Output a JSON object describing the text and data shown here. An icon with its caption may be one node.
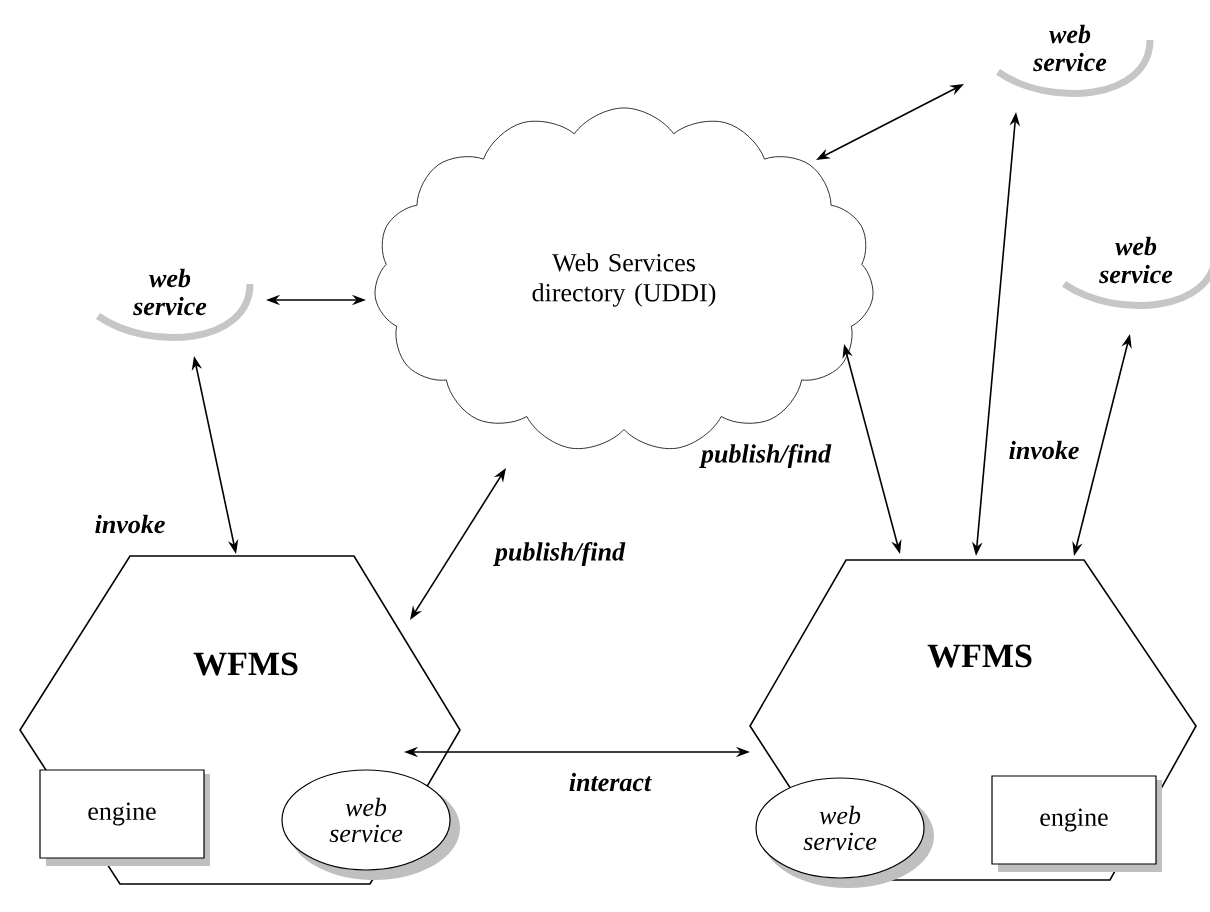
{
  "diagram": {
    "nodes": [
      {
        "text": [
          "Web Services directory (UDDI)"
        ]
      },
      {
        "text": [
          "web service"
        ]
      },
      {
        "text": [
          "web service"
        ]
      },
      {
        "text": [
          "web service"
        ]
      },
      {
        "text": [
          "WFMS"
        ]
      },
      {
        "text": [
          "engine"
        ],
        "in": 4
      },
      {
        "text": [
          "web service"
        ],
        "in": 4
      },
      {
        "text": [
          "WFMS"
        ]
      },
      {
        "text": [
          "web service"
        ],
        "in": 7
      },
      {
        "text": [
          "engine"
        ],
        "in": 7
      }
    ],
    "edges": [
      {
        "from": 2,
        "to": 0,
        "arrow": "both"
      },
      {
        "from": 0,
        "to": 1,
        "arrow": "both"
      },
      {
        "from": 2,
        "to": 4,
        "arrow": "both",
        "label": "invoke"
      },
      {
        "from": 4,
        "to": 0,
        "arrow": "both",
        "label": "publish/find"
      },
      {
        "from": 0,
        "to": 7,
        "arrow": "both",
        "label": "publish/find"
      },
      {
        "from": 1,
        "to": 7,
        "arrow": "both",
        "label": "invoke"
      },
      {
        "from": 3,
        "to": 7,
        "arrow": "both"
      },
      {
        "from": 4,
        "to": 7,
        "arrow": "both",
        "label": "interact"
      }
    ]
  }
}
